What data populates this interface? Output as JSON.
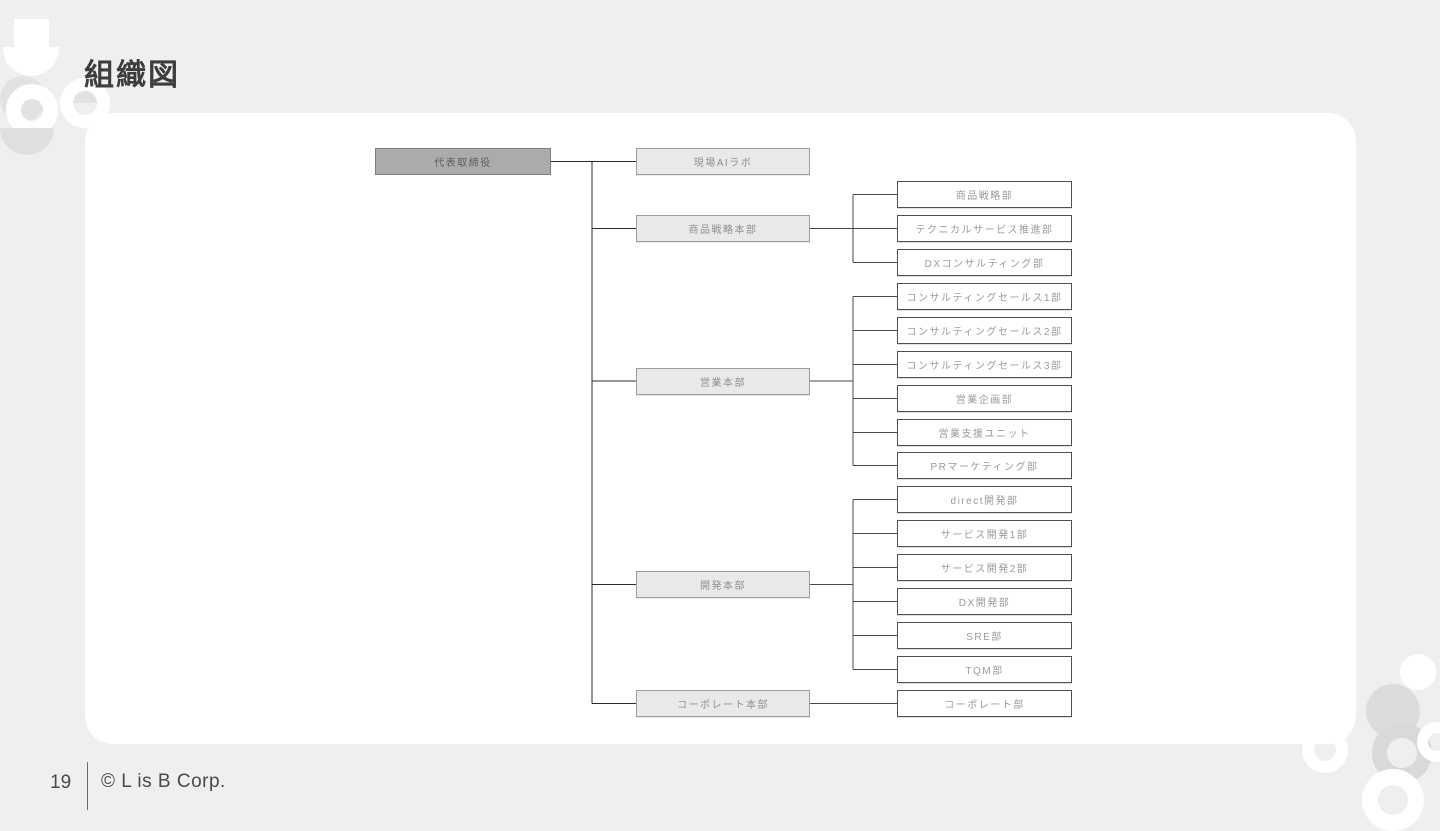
{
  "page": {
    "title": "組織図",
    "footer": {
      "page_number": "19",
      "copyright": "© L is B Corp."
    }
  },
  "org": {
    "root": {
      "label": "代表取締役"
    },
    "divisions": [
      {
        "label": "現場AIラボ",
        "departments": []
      },
      {
        "label": "商品戦略本部",
        "departments": [
          {
            "label": "商品戦略部"
          },
          {
            "label": "テクニカルサービス推進部"
          },
          {
            "label": "DXコンサルティング部"
          }
        ]
      },
      {
        "label": "営業本部",
        "departments": [
          {
            "label": "コンサルティングセールス1部"
          },
          {
            "label": "コンサルティングセールス2部"
          },
          {
            "label": "コンサルティングセールス3部"
          },
          {
            "label": "営業企画部"
          },
          {
            "label": "営業支援ユニット"
          },
          {
            "label": "PRマーケティング部"
          }
        ]
      },
      {
        "label": "開発本部",
        "departments": [
          {
            "label": "direct開発部"
          },
          {
            "label": "サービス開発1部"
          },
          {
            "label": "サービス開発2部"
          },
          {
            "label": "DX開発部"
          },
          {
            "label": "SRE部"
          },
          {
            "label": "TQM部"
          }
        ]
      },
      {
        "label": "コーポレート本部",
        "departments": [
          {
            "label": "コーポレート部"
          }
        ]
      }
    ]
  },
  "colors": {
    "background": "#efefef",
    "card": "#ffffff",
    "root_box_fill": "#ababab",
    "division_box_fill": "#e9e9e9",
    "department_box_fill": "#ffffff",
    "connector": "#2b2b2b"
  }
}
